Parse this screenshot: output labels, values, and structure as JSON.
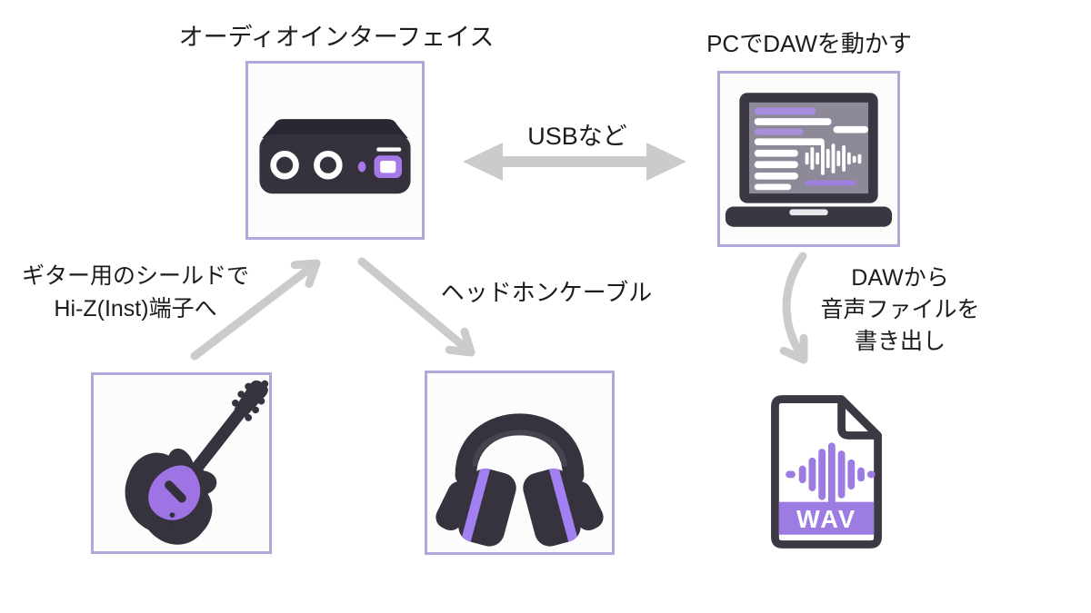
{
  "diagram": {
    "background": "#ffffff",
    "colors": {
      "box_border": "#b3a6d9",
      "device_dark": "#36323d",
      "accent_purple": "#9d78e5",
      "arrow_gray": "#cbcbcb",
      "screen_gray": "#8e8999",
      "wav_band_purple": "#9c7ce3",
      "text": "#1c1c1c"
    },
    "nodes": {
      "audio_interface": {
        "label": "オーディオインターフェイス",
        "icon": "audio-interface-icon"
      },
      "pc": {
        "label": "PCでDAWを動かす",
        "icon": "laptop-daw-icon"
      },
      "guitar": {
        "label_lines": [
          "ギター用のシールドで",
          "Hi-Z(Inst)端子へ"
        ],
        "icon": "electric-guitar-icon"
      },
      "headphones": {
        "label": "ヘッドホンケーブル",
        "icon": "headphones-icon"
      },
      "wav_file": {
        "label_lines": [
          "DAWから",
          "音声ファイルを",
          "書き出し"
        ],
        "badge": "WAV",
        "icon": "wav-file-icon"
      }
    },
    "edges": {
      "usb": {
        "label": "USBなど",
        "type": "double-arrow"
      },
      "guitar_to_interface": {
        "type": "arrow"
      },
      "interface_to_headphones": {
        "type": "arrow"
      },
      "pc_to_wav": {
        "type": "curved-arrow"
      }
    }
  }
}
